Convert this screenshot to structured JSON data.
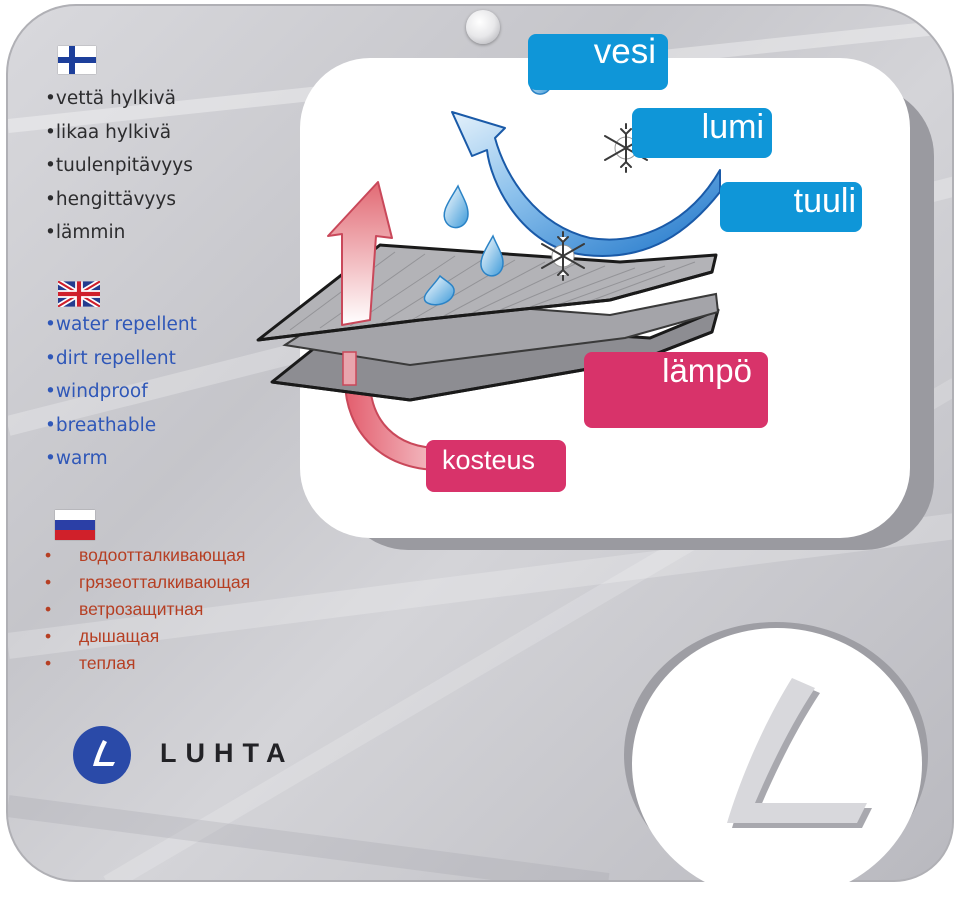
{
  "finnish": {
    "flag_icon": "finland-flag-icon",
    "bullet": "•",
    "items": [
      "vettä hylkivä",
      "likaa hylkivä",
      "tuulenpitävyys",
      "hengittävyys",
      "lämmin"
    ]
  },
  "english": {
    "flag_icon": "uk-flag-icon",
    "bullet": "•",
    "items": [
      "water repellent",
      "dirt repellent",
      "windproof",
      "breathable",
      "warm"
    ]
  },
  "russian": {
    "flag_icon": "russia-flag-icon",
    "bullet": "•",
    "items": [
      "водоотталкивающая",
      "грязеотталкивающая",
      "ветрозащитная",
      "дышащая",
      "теплая"
    ]
  },
  "diagram_labels": {
    "vesi": "vesi",
    "lumi": "lumi",
    "tuuli": "tuuli",
    "lampo": "lämpö",
    "kosteus": "kosteus"
  },
  "brand": {
    "name": "LUHTA",
    "logo_icon": "luhta-l-logo-icon"
  },
  "colors": {
    "blue_label": "#0f96d8",
    "pink_label": "#d8336a",
    "english_text": "#2f57b8",
    "russian_text": "#b63f23",
    "logo_blue": "#2a4aa8"
  }
}
